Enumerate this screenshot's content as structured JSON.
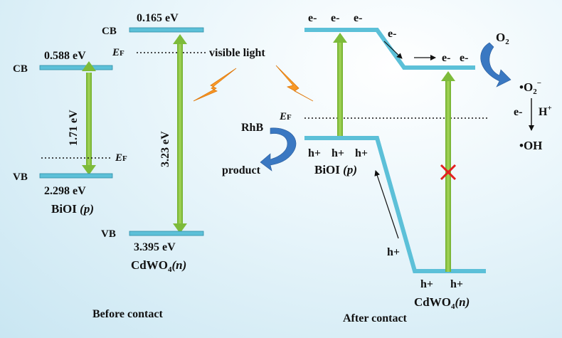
{
  "before": {
    "biOI": {
      "cb_label": "CB",
      "cb_value": "0.588 eV",
      "vb_label": "VB",
      "vb_value": "2.298 eV",
      "gap": "1.71 eV",
      "ef_italic": "E",
      "ef_sub": "F",
      "name": "BiOI",
      "type": "(p)"
    },
    "cdwo4": {
      "cb_label": "CB",
      "cb_value": "0.165 eV",
      "vb_label": "VB",
      "vb_value": "3.395 eV",
      "gap": "3.23 eV",
      "ef_italic": "E",
      "ef_sub": "F",
      "name_main": "CdWO",
      "name_sub": "4",
      "type": "(n)"
    },
    "light_label": "visible light",
    "caption": "Before contact"
  },
  "after": {
    "electrons_left": [
      "e-",
      "e-",
      "e-"
    ],
    "electron_transfer": "e-",
    "electrons_right": [
      "e-",
      "e-"
    ],
    "holes_left": [
      "h+",
      "h+",
      "h+"
    ],
    "hole_transfer": "h+",
    "holes_right": [
      "h+",
      "h+"
    ],
    "ef_italic": "E",
    "ef_sub": "F",
    "biOI_name": "BiOI",
    "biOI_type": "(p)",
    "cdwo4_name_main": "CdWO",
    "cdwo4_name_sub": "4",
    "cdwo4_type": "(n)",
    "o2": {
      "main": "O",
      "sub": "2"
    },
    "superoxide": {
      "dot": "•O",
      "sub": "2",
      "sup": "−"
    },
    "e_reagent": "e-",
    "h_reagent": "H",
    "h_sup": "+",
    "hydroxyl": "•OH",
    "rhb": "RhB",
    "product": "product",
    "caption": "After contact"
  },
  "colors": {
    "band": "#5cc0d8",
    "gap_arrow": "#8dc63f",
    "curved_arrow": "#3a78c2",
    "lightning": "#f7941d",
    "blocked_mark": "#e32020"
  }
}
